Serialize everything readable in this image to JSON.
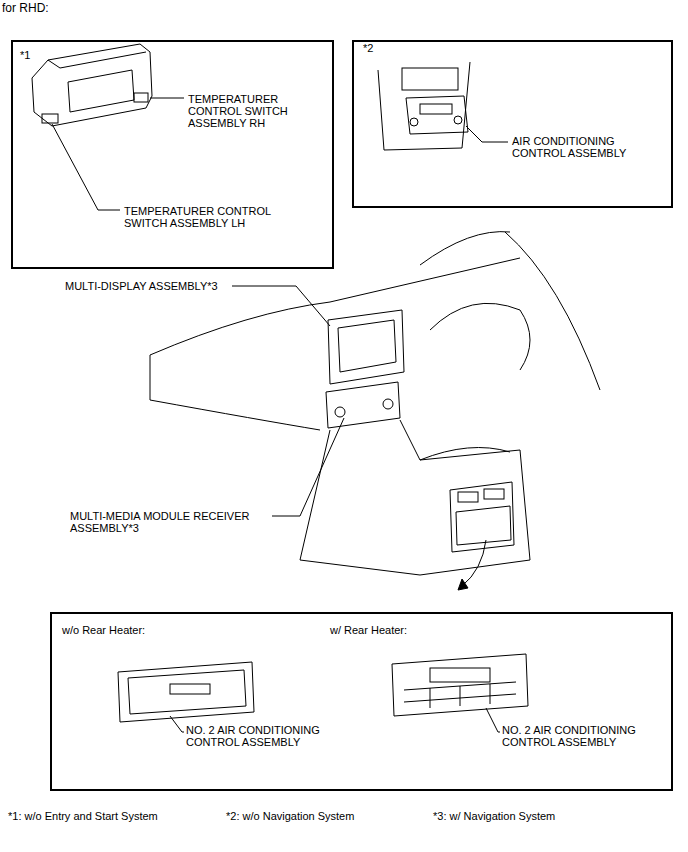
{
  "diagram": {
    "title": "for RHD:",
    "nodes": [
      {
        "text": [
          "*1",
          "TEMPERATURER CONTROL SWITCH ASSEMBLY RH",
          "TEMPERATURER CONTROL SWITCH ASSEMBLY LH"
        ]
      },
      {
        "text": [
          "*2",
          "AIR CONDITIONING CONTROL ASSEMBLY"
        ]
      },
      {
        "text": [
          "w/o Rear Heater:",
          "NO. 2 AIR CONDITIONING CONTROL ASSEMBLY",
          "w/ Rear Heater:",
          "NO. 2 AIR CONDITIONING CONTROL ASSEMBLY"
        ]
      }
    ],
    "labels": [
      "MULTI-DISPLAY ASSEMBLY*3",
      "MULTI-MEDIA MODULE RECEIVER ASSEMBLY*3",
      "*1: w/o Entry and Start System",
      "*2: w/o Navigation System",
      "*3: w/ Navigation System"
    ]
  }
}
